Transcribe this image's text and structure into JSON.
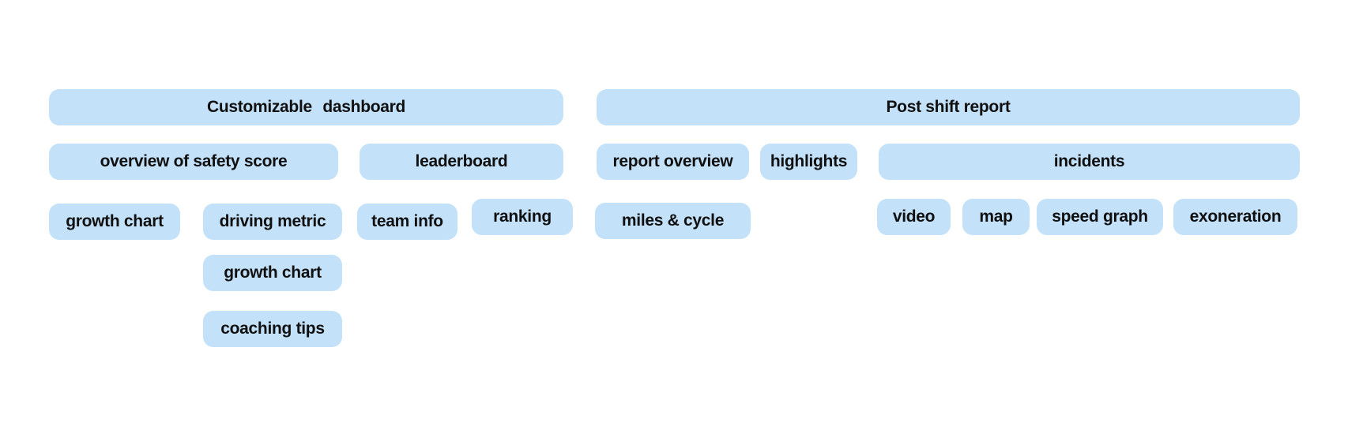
{
  "colors": {
    "canvas_bg": "#ffffff",
    "box_fill": "#c3e1f9",
    "text_color": "#101010"
  },
  "sections": {
    "customizable_dashboard": {
      "title": "Customizable dashboard",
      "items": {
        "overview_of_safety_score": "overview of safety score",
        "leaderboard": "leaderboard",
        "growth_chart": "growth chart",
        "driving_metric": "driving metric",
        "team_info": "team info",
        "ranking": "ranking",
        "growth_chart_2": "growth chart",
        "coaching_tips": "coaching tips"
      }
    },
    "post_shift_report": {
      "title": "Post shift report",
      "items": {
        "report_overview": "report overview",
        "highlights": "highlights",
        "incidents": "incidents",
        "miles_and_cycle": "miles & cycle",
        "video": "video",
        "map": "map",
        "speed_graph": "speed graph",
        "exoneration": "exoneration"
      }
    }
  }
}
